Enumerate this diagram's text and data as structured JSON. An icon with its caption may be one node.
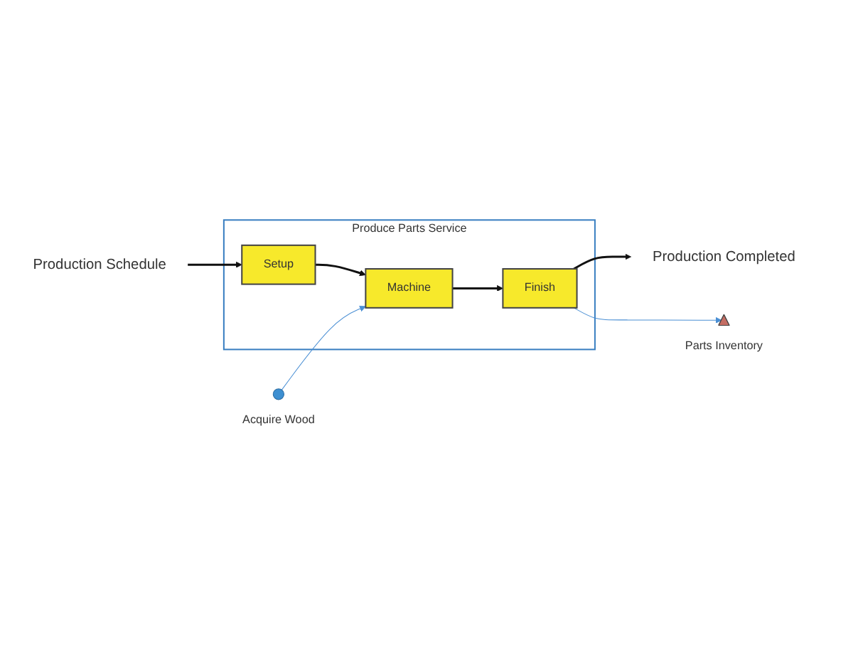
{
  "diagram": {
    "nodes": [
      {
        "text": [
          "Production Schedule"
        ]
      },
      {
        "text": [
          "Production Completed"
        ]
      },
      {
        "text": [
          "Produce Parts Service"
        ]
      },
      {
        "text": [
          "Setup"
        ],
        "in": 2
      },
      {
        "text": [
          "Machine"
        ],
        "in": 2
      },
      {
        "text": [
          "Finish"
        ],
        "in": 2
      },
      {
        "text": [],
        "shape": "circle",
        "beside": [
          "Acquire Wood"
        ]
      },
      {
        "text": [],
        "shape": "triangle",
        "beside": [
          "Parts Inventory"
        ]
      }
    ],
    "edges": [
      {
        "from": 0,
        "to": 3,
        "arrow": "to"
      },
      {
        "from": 3,
        "to": 4,
        "arrow": "to"
      },
      {
        "from": 4,
        "to": 5,
        "arrow": "to"
      },
      {
        "from": 5,
        "to": 1,
        "arrow": "to"
      },
      {
        "from": 6,
        "to": 4,
        "arrow": "to",
        "color": "#4a8fd4"
      },
      {
        "from": 5,
        "to": 7,
        "arrow": "to",
        "color": "#4a8fd4"
      }
    ]
  }
}
